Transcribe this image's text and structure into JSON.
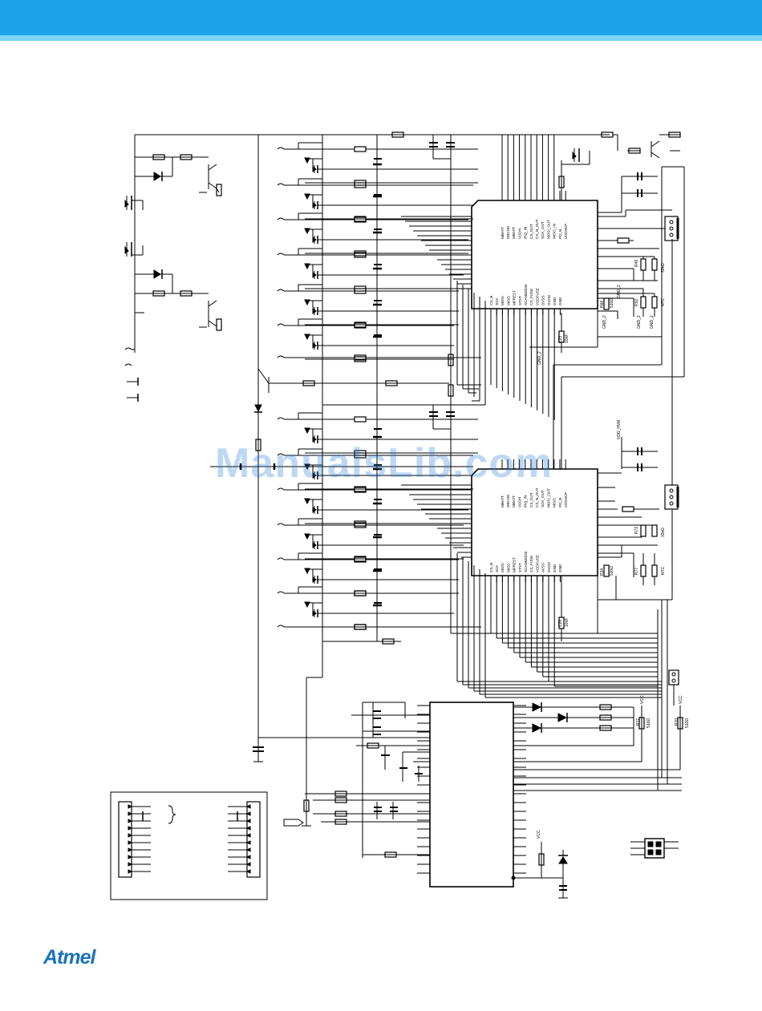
{
  "brand": {
    "logo_text": "Atmel"
  },
  "watermark": {
    "text": "ManualsLib.com"
  },
  "colors": {
    "header": "#1aa3e8",
    "header_strip": "#7fd3f8",
    "line": "#000000",
    "logo": "#1c74b8"
  },
  "ic_top": {
    "top_pins": [
      "MBATT",
      "DBCHG",
      "MBATT",
      "VDDH",
      "IRQ_IN",
      "CS_OUT",
      "CS_N_OUT",
      "SCK_OUT",
      "MOSI_OUT",
      "MISO_IN",
      "PD_N",
      "VDDHVP"
    ],
    "bottom_pins": [
      "CS_N",
      "SCK",
      "MOSI",
      "MISO",
      "MFREST",
      "STST",
      "SCANMODE",
      "CS_FUSE",
      "VDDFUSE",
      "DVSS",
      "DVDD",
      "GND",
      "GND"
    ]
  },
  "ic_bottom": {
    "top_pins": [
      "MBATT",
      "DBCHG",
      "MBATT",
      "VDDH",
      "IRQ_IN",
      "CS_OUT",
      "CS_N_OUT",
      "SCK_OUT",
      "MOSI_OUT",
      "MISO",
      "PD_N",
      "VDDHVP"
    ],
    "bottom_pins": [
      "CS_N",
      "SCK",
      "MOSI",
      "MISO",
      "MFREST",
      "STST",
      "SCANMODE",
      "CS_FUSE",
      "VDDFUSE",
      "AVSS",
      "DVDD",
      "GND",
      "GND"
    ]
  },
  "labels": {
    "gnd2": "GND_2",
    "vdd_hvm": "VDD_HVM",
    "vcc": "VCC",
    "r49": "R49",
    "r52": "R52",
    "r72": "R72",
    "r77": "R77",
    "r17": "R17",
    "r20": "R20",
    "val_33k": "33kΩ",
    "val_ntc": "NTC",
    "val_10nf": "10nF",
    "val_510": "510Ω",
    "c23": "C23",
    "c20": "C20",
    "r66": "R66",
    "r34": "R34",
    "gnd2b": "GND_2"
  }
}
